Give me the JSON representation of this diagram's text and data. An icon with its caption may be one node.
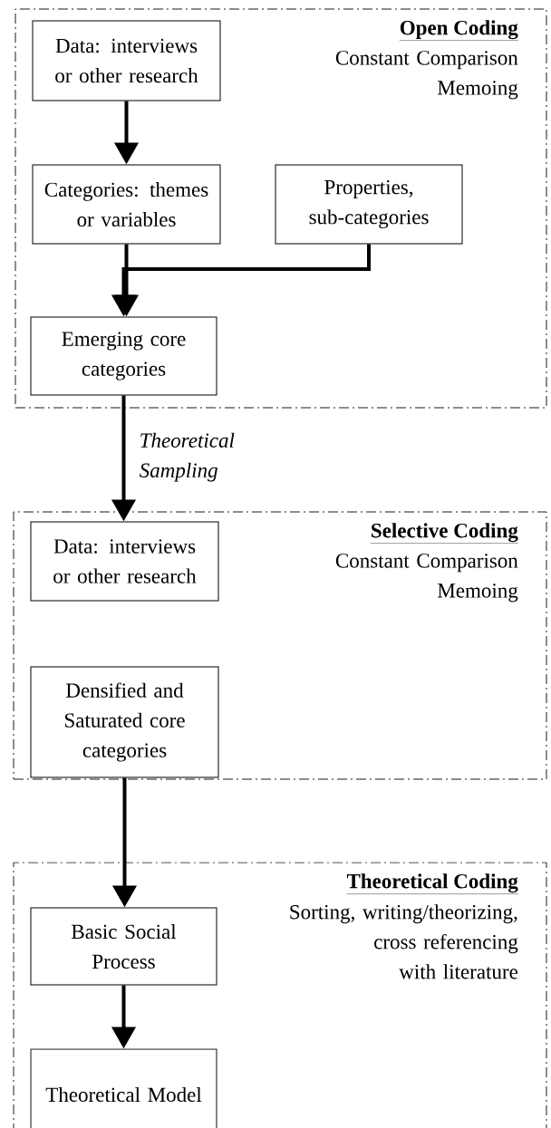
{
  "diagram": {
    "nodes": [
      {
        "text": [
          "Open Coding",
          "Constant Comparison Memoing"
        ]
      },
      {
        "text": [
          "Data: interviews or other research"
        ],
        "in": 0
      },
      {
        "text": [
          "Categories: themes or variables"
        ],
        "in": 0
      },
      {
        "text": [
          "Properties, sub-categories"
        ],
        "in": 0
      },
      {
        "text": [
          "Emerging core categories"
        ],
        "in": 0
      },
      {
        "text": [
          "Selective Coding",
          "Constant Comparison Memoing"
        ]
      },
      {
        "text": [
          "Data: interviews or other research"
        ],
        "in": 5
      },
      {
        "text": [
          "Densified and Saturated core categories"
        ],
        "in": 5
      },
      {
        "text": [
          "Theoretical Coding",
          "Sorting, writing/theorizing, cross referencing with literature"
        ]
      },
      {
        "text": [
          "Basic Social Process"
        ],
        "in": 8
      },
      {
        "text": [
          "Theoretical Model"
        ],
        "in": 8
      }
    ],
    "edges": [
      {
        "from": 1,
        "to": 2,
        "arrow": "to"
      },
      {
        "from": 2,
        "to": 4,
        "arrow": "to"
      },
      {
        "from": 3,
        "to": 4,
        "arrow": "to"
      },
      {
        "from": 4,
        "to": 6,
        "arrow": "to",
        "label": "Theoretical Sampling"
      },
      {
        "from": 7,
        "to": 9,
        "arrow": "to"
      },
      {
        "from": 9,
        "to": 10,
        "arrow": "to"
      }
    ]
  }
}
